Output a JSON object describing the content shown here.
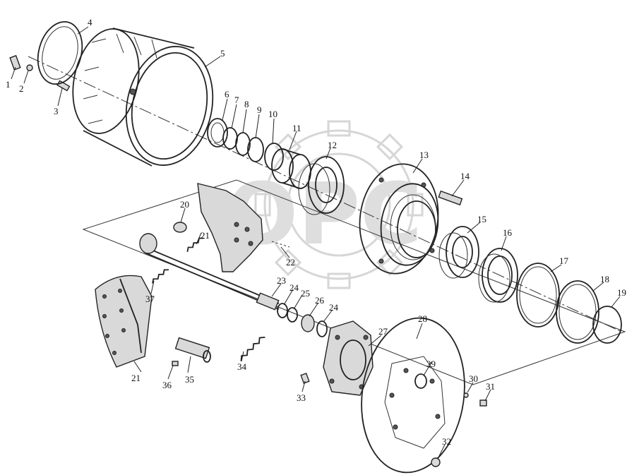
{
  "watermark": {
    "text": "OPC",
    "color": "#d6d6d6"
  },
  "callouts": [
    {
      "id": "1",
      "label": "1"
    },
    {
      "id": "2",
      "label": "2"
    },
    {
      "id": "3",
      "label": "3"
    },
    {
      "id": "4",
      "label": "4"
    },
    {
      "id": "5",
      "label": "5"
    },
    {
      "id": "6",
      "label": "6"
    },
    {
      "id": "7",
      "label": "7"
    },
    {
      "id": "8",
      "label": "8"
    },
    {
      "id": "9",
      "label": "9"
    },
    {
      "id": "10",
      "label": "10"
    },
    {
      "id": "11",
      "label": "11"
    },
    {
      "id": "12",
      "label": "12"
    },
    {
      "id": "13",
      "label": "13"
    },
    {
      "id": "14",
      "label": "14"
    },
    {
      "id": "15",
      "label": "15"
    },
    {
      "id": "16",
      "label": "16"
    },
    {
      "id": "17",
      "label": "17"
    },
    {
      "id": "18",
      "label": "18"
    },
    {
      "id": "19",
      "label": "19"
    },
    {
      "id": "20",
      "label": "20"
    },
    {
      "id": "21a",
      "label": "21"
    },
    {
      "id": "22",
      "label": "22"
    },
    {
      "id": "23",
      "label": "23"
    },
    {
      "id": "24a",
      "label": "24"
    },
    {
      "id": "25",
      "label": "25"
    },
    {
      "id": "26",
      "label": "26"
    },
    {
      "id": "24b",
      "label": "24"
    },
    {
      "id": "27",
      "label": "27"
    },
    {
      "id": "28",
      "label": "28"
    },
    {
      "id": "29",
      "label": "29"
    },
    {
      "id": "30",
      "label": "30"
    },
    {
      "id": "31",
      "label": "31"
    },
    {
      "id": "32",
      "label": "32"
    },
    {
      "id": "33",
      "label": "33"
    },
    {
      "id": "34",
      "label": "34"
    },
    {
      "id": "35",
      "label": "35"
    },
    {
      "id": "36",
      "label": "36"
    },
    {
      "id": "37",
      "label": "37"
    },
    {
      "id": "21b",
      "label": "21"
    }
  ]
}
